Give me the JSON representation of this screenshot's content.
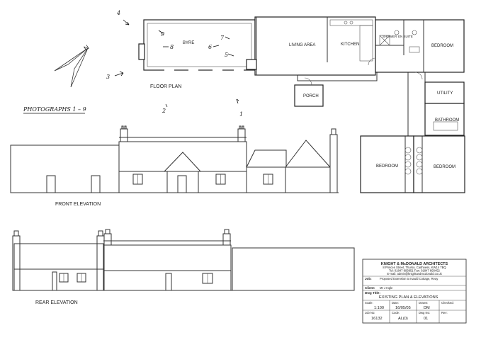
{
  "rooms": {
    "byre": "BYRE",
    "living_area": "LIVING AREA",
    "kitchen": "KITCHEN",
    "shower": "SHOWER",
    "en_suite": "EN SUITE",
    "bedroom_ne": "BEDROOM",
    "utility": "UTILITY",
    "bathroom": "BATHROOM",
    "bedroom_sw": "BEDROOM",
    "bedroom_se": "BEDROOM",
    "porch": "PORCH"
  },
  "labels": {
    "floor_plan": "FLOOR PLAN",
    "front_elevation": "FRONT ELEVATION",
    "rear_elevation": "REAR ELEVATION",
    "photographs_note": "PHOTOGRAPHS  1 – 9",
    "north": "N"
  },
  "photo_markers": [
    "1",
    "2",
    "3",
    "4",
    "5",
    "6",
    "7",
    "8",
    "9"
  ],
  "title_block": {
    "firm": "KNIGHT & McDONALD ARCHITECTS",
    "address": "8 Princes Street, Thurso, Caithness, KW14 7BQ",
    "phone": "Tel: 01847 893851  Fax: 01847 893452",
    "email": "E-mail: admin@knightandmcdonald.co.uk",
    "job_label": "Job:",
    "job_value": "Proposed Extension to Isauld Cottage, Reay",
    "client_label": "Client:",
    "client_value": "Mr J Ingle",
    "dwg_title_label": "Dwg Title:",
    "dwg_title_value": "EXISTING PLAN & ELEVATIONS",
    "scale_label": "Scale:",
    "scale_value": "1:100",
    "date_label": "Date:",
    "date_value": "16/05/05",
    "drawn_label": "Drawn:",
    "drawn_value": "DM",
    "checked_label": "Checked:",
    "checked_value": "",
    "job_no_label": "Job No:",
    "job_no_value": "16132",
    "code_label": "Code:",
    "code_value": "AL(0)",
    "dwg_no_label": "Dwg No:",
    "dwg_no_value": "01",
    "rev_label": "Rev:",
    "rev_value": ""
  }
}
